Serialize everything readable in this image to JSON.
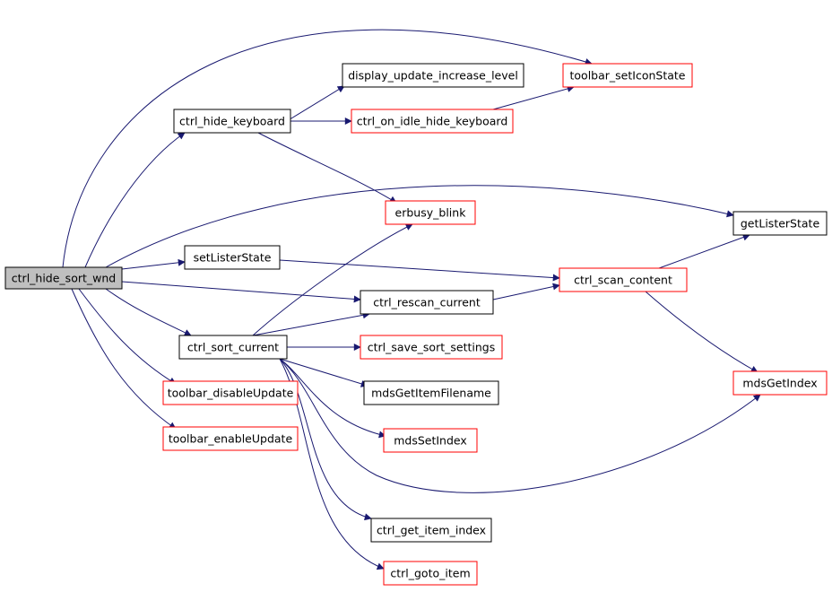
{
  "colors": {
    "edge": "#191970",
    "root_fill": "#bfbfbf",
    "documented_border": "#000000",
    "undocumented_border": "#ff0000",
    "text": "#000000"
  },
  "nodes": [
    {
      "id": "ctrl_hide_sort_wnd",
      "label": "ctrl_hide_sort_wnd",
      "style": "root"
    },
    {
      "id": "ctrl_hide_keyboard",
      "label": "ctrl_hide_keyboard",
      "style": "black"
    },
    {
      "id": "display_update_increase_level",
      "label": "display_update_increase_level",
      "style": "black"
    },
    {
      "id": "toolbar_setIconState",
      "label": "toolbar_setIconState",
      "style": "red"
    },
    {
      "id": "ctrl_on_idle_hide_keyboard",
      "label": "ctrl_on_idle_hide_keyboard",
      "style": "red"
    },
    {
      "id": "erbusy_blink",
      "label": "erbusy_blink",
      "style": "red"
    },
    {
      "id": "getListerState",
      "label": "getListerState",
      "style": "black"
    },
    {
      "id": "setListerState",
      "label": "setListerState",
      "style": "black"
    },
    {
      "id": "ctrl_scan_content",
      "label": "ctrl_scan_content",
      "style": "red"
    },
    {
      "id": "ctrl_rescan_current",
      "label": "ctrl_rescan_current",
      "style": "black"
    },
    {
      "id": "ctrl_sort_current",
      "label": "ctrl_sort_current",
      "style": "black"
    },
    {
      "id": "ctrl_save_sort_settings",
      "label": "ctrl_save_sort_settings",
      "style": "red"
    },
    {
      "id": "mdsGetItemFilename",
      "label": "mdsGetItemFilename",
      "style": "black"
    },
    {
      "id": "mdsGetIndex",
      "label": "mdsGetIndex",
      "style": "red"
    },
    {
      "id": "toolbar_disableUpdate",
      "label": "toolbar_disableUpdate",
      "style": "red"
    },
    {
      "id": "toolbar_enableUpdate",
      "label": "toolbar_enableUpdate",
      "style": "red"
    },
    {
      "id": "mdsSetIndex",
      "label": "mdsSetIndex",
      "style": "red"
    },
    {
      "id": "ctrl_get_item_index",
      "label": "ctrl_get_item_index",
      "style": "black"
    },
    {
      "id": "ctrl_goto_item",
      "label": "ctrl_goto_item",
      "style": "red"
    }
  ],
  "edges": [
    {
      "from": "ctrl_hide_sort_wnd",
      "to": "toolbar_setIconState"
    },
    {
      "from": "ctrl_hide_sort_wnd",
      "to": "ctrl_hide_keyboard"
    },
    {
      "from": "ctrl_hide_sort_wnd",
      "to": "getListerState"
    },
    {
      "from": "ctrl_hide_sort_wnd",
      "to": "setListerState"
    },
    {
      "from": "ctrl_hide_sort_wnd",
      "to": "ctrl_rescan_current"
    },
    {
      "from": "ctrl_hide_sort_wnd",
      "to": "ctrl_sort_current"
    },
    {
      "from": "ctrl_hide_sort_wnd",
      "to": "toolbar_disableUpdate"
    },
    {
      "from": "ctrl_hide_sort_wnd",
      "to": "toolbar_enableUpdate"
    },
    {
      "from": "ctrl_hide_keyboard",
      "to": "display_update_increase_level"
    },
    {
      "from": "ctrl_hide_keyboard",
      "to": "ctrl_on_idle_hide_keyboard"
    },
    {
      "from": "ctrl_hide_keyboard",
      "to": "erbusy_blink"
    },
    {
      "from": "ctrl_on_idle_hide_keyboard",
      "to": "toolbar_setIconState"
    },
    {
      "from": "setListerState",
      "to": "ctrl_scan_content"
    },
    {
      "from": "ctrl_rescan_current",
      "to": "ctrl_scan_content"
    },
    {
      "from": "ctrl_scan_content",
      "to": "getListerState"
    },
    {
      "from": "ctrl_scan_content",
      "to": "mdsGetIndex"
    },
    {
      "from": "ctrl_sort_current",
      "to": "erbusy_blink"
    },
    {
      "from": "ctrl_sort_current",
      "to": "ctrl_rescan_current"
    },
    {
      "from": "ctrl_sort_current",
      "to": "ctrl_save_sort_settings"
    },
    {
      "from": "ctrl_sort_current",
      "to": "mdsGetItemFilename"
    },
    {
      "from": "ctrl_sort_current",
      "to": "mdsSetIndex"
    },
    {
      "from": "ctrl_sort_current",
      "to": "mdsGetIndex"
    },
    {
      "from": "ctrl_sort_current",
      "to": "ctrl_get_item_index"
    },
    {
      "from": "ctrl_sort_current",
      "to": "ctrl_goto_item"
    }
  ]
}
